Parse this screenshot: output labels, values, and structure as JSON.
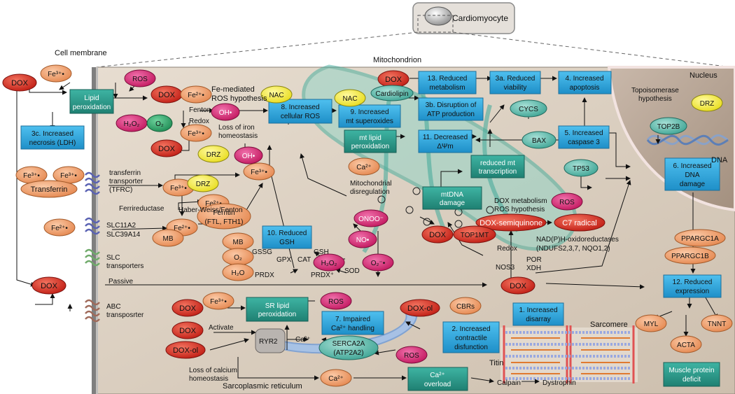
{
  "header": {
    "cardiomyocyte": "Cardiomyocyte",
    "cell_membrane": "Cell membrane",
    "mitochondrion": "Mitochondrion",
    "nucleus": "Nucleus",
    "sarcomere": "Sarcomere",
    "titin": "Titin",
    "dna": "DNA",
    "sarcoplasmic_reticulum": "Sarcoplasmic reticulum"
  },
  "boxes": {
    "lipid_peroxidation_1": "Lipid",
    "lipid_peroxidation_2": "peroxidation",
    "necrosis_1": "3c. Increased",
    "necrosis_2": "necrosis (LDH)",
    "cellular_ros_1": "8. Increased",
    "cellular_ros_2": "cellular ROS",
    "superoxides_1": "9. Increased",
    "superoxides_2": "mt superoxides",
    "reduced_metabolism_1": "13. Reduced",
    "reduced_metabolism_2": "metabolism",
    "reduced_viability_1": "3a. Reduced",
    "reduced_viability_2": "viability",
    "apoptosis_1": "4. Increased",
    "apoptosis_2": "apoptosis",
    "atp_disruption_1": "3b. Disruption of",
    "atp_disruption_2": "ATP production",
    "caspase_1": "5. Increased",
    "caspase_2": "caspase 3",
    "mt_lipid_1": "mt lipid",
    "mt_lipid_2": "peroxidation",
    "delta_psi_1": "11. Decreased",
    "delta_psi_2": "ΔΨm",
    "reduced_transcription_1": "reduced mt",
    "reduced_transcription_2": "transcription",
    "dna_damage_1": "6. Increased",
    "dna_damage_2": "DNA",
    "dna_damage_3": "damage",
    "mtdna_damage_1": "mtDNA",
    "mtdna_damage_2": "damage",
    "reduced_gsh_1": "10. Reduced",
    "reduced_gsh_2": "GSH",
    "reduced_expression_1": "12. Reduced",
    "reduced_expression_2": "expression",
    "sr_lipid_1": "SR lipid",
    "sr_lipid_2": "peroxidation",
    "ca_handling_1": "7. Impaired",
    "ca_handling_2": "Ca²⁺ handling",
    "disarray_1": "1. Increased",
    "disarray_2": "disarray",
    "contractile_1": "2. Increased",
    "contractile_2": "contractile",
    "contractile_3": "disfunction",
    "ca_overload_1": "Ca²⁺",
    "ca_overload_2": "overload",
    "muscle_deficit_1": "Muscle protein",
    "muscle_deficit_2": "deficit"
  },
  "nodes": {
    "dox": "DOX",
    "fe3": "Fe³⁺•",
    "fe2": "Fe²⁺•",
    "ros": "ROS",
    "oh": "OH•",
    "nac": "NAC",
    "drz": "DRZ",
    "h2o2": "H₂O₂",
    "o2": "O₂",
    "o2rad": "O₂⁻•",
    "transferrin": "Transferrin",
    "ferritin_1": "Ferritin",
    "ferritin_2": "(FTL, FTH1)",
    "mb": "MB",
    "h2o": "H₂O",
    "cardiolipin": "Cardiolipin",
    "cycs": "CYCS",
    "bax": "BAX",
    "ca": "Ca²⁺",
    "tp53": "TP53",
    "top2b": "TOP2B",
    "top1mt": "TOP1MT",
    "onoo": "ONOO⁻",
    "no": "NO•",
    "dox_semiquinone": "DOX-semiquinone",
    "c7_radical": "C7 radical",
    "dox_ol": "DOX-ol",
    "cbrs": "CBRs",
    "ryr2": "RYR2",
    "serca_1": "SERCA2A",
    "serca_2": "(ATP2A2)",
    "ppargc1a": "PPARGC1A",
    "ppargc1b": "PPARGC1B",
    "myl": "MYL",
    "tnnt": "TNNT",
    "acta": "ACTA"
  },
  "labels": {
    "fe_hypothesis_1": "Fe-mediated",
    "fe_hypothesis_2": "ROS hypothesis",
    "fenton": "Fenton",
    "redox": "Redox",
    "iron_loss_1": "Loss of iron",
    "iron_loss_2": "homeostasis",
    "tfrc_1": "transferrin",
    "tfrc_2": "transporter",
    "tfrc_3": "(TFRC)",
    "ferrireductase": "Ferrireductase",
    "slc11a2": "SLC11A2",
    "slc39a14": "SLC39A14",
    "slc_1": "SLC",
    "slc_2": "transporters",
    "passive": "Passive",
    "abc_1": "ABC",
    "abc_2": "transposrter",
    "haber_weiss": "Haber-Weiss/Fenton",
    "gssg": "GSSG",
    "gsh": "GSH",
    "gpx": "GPX",
    "cat": "CAT",
    "prdx": "PRDX",
    "prdx_plus": "PRDX⁺",
    "sod": "SOD",
    "mito_disregulation_1": "Mitochondrial",
    "mito_disregulation_2": "disregulation",
    "dox_metabolism_1": "DOX metabolism",
    "dox_metabolism_2": "ROS hypothesis",
    "nadph_1": "NAD(P)H-oxidoreductases",
    "nadph_2": "(NDUFS2,3,7, NQO1,2)",
    "redox_2": "Redox",
    "nos3": "NOS3",
    "por": "POR",
    "xdh": "XDH",
    "topo_1": "Topoisomerase",
    "topo_2": "hypothesis",
    "activate": "Activate",
    "calcium_loss_1": "Loss of calcium",
    "calcium_loss_2": "homeostasis",
    "calpain": "Calpain",
    "dystrophin": "Dystrophin"
  },
  "colors": {
    "teal_box": "#2a9d8f",
    "blue_box": "#2aa7dd",
    "red_node": "#d7261e",
    "orange_node": "#f29a6a",
    "pink_node": "#d8307a",
    "yellow_node": "#f5ee3f",
    "green_node": "#2aa86a",
    "teal_node": "#6cc3b5",
    "cell_fill": "#dcd0c2",
    "nucleus_fill": "#bba89a"
  }
}
